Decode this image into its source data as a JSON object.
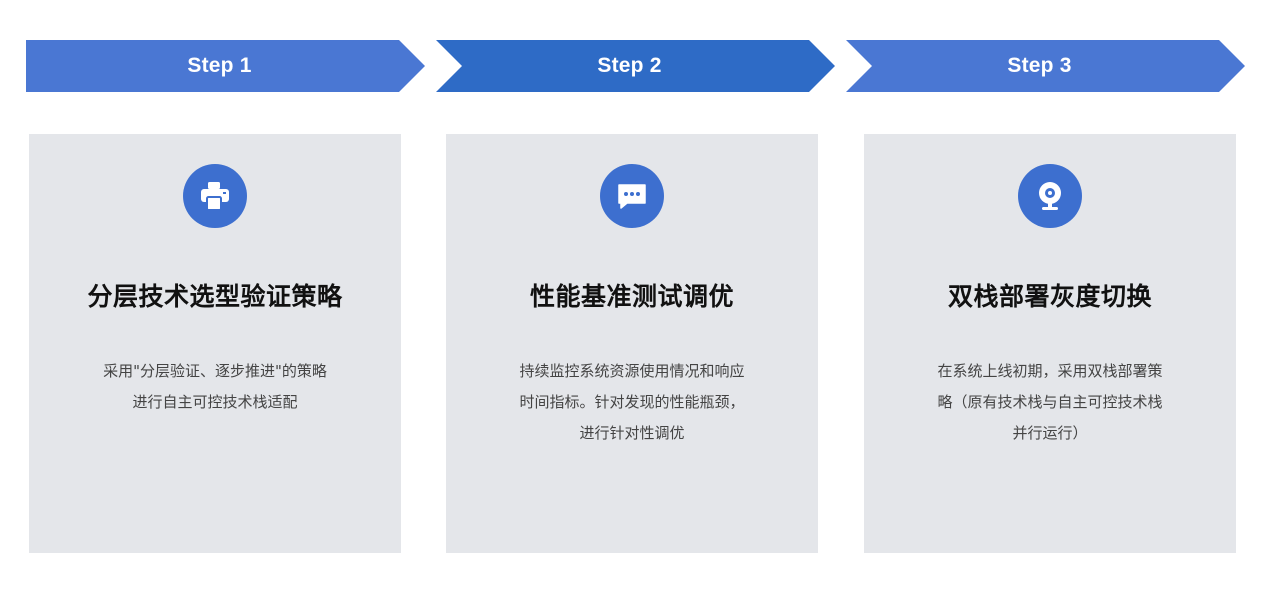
{
  "colors": {
    "arrow_step1": "#4a77d3",
    "arrow_step2": "#2e6bc6",
    "arrow_step3": "#4a77d3",
    "icon_bg": "#3d6fcf",
    "card_bg": "#e4e6ea"
  },
  "steps": [
    {
      "label": "Step 1",
      "icon": "printer-icon",
      "title": "分层技术选型验证策略",
      "desc_lines": [
        "采用\"分层验证、逐步推进\"的策略",
        "进行自主可控技术栈适配"
      ]
    },
    {
      "label": "Step 2",
      "icon": "chat-bubble-icon",
      "title": "性能基准测试调优",
      "desc_lines": [
        "持续监控系统资源使用情况和响应",
        "时间指标。针对发现的性能瓶颈，",
        "进行针对性调优"
      ]
    },
    {
      "label": "Step 3",
      "icon": "webcam-icon",
      "title": "双栈部署灰度切换",
      "desc_lines": [
        "在系统上线初期，采用双栈部署策",
        "略（原有技术栈与自主可控技术栈",
        "并行运行）"
      ]
    }
  ]
}
